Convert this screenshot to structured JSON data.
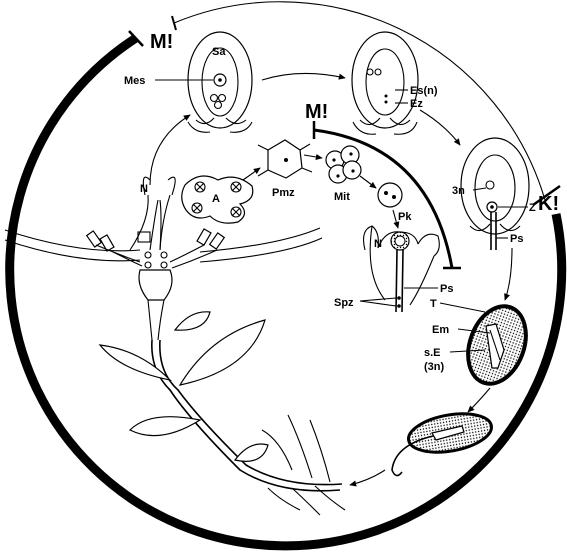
{
  "diagram": {
    "meiosis_mark_outer": "M!",
    "meiosis_mark_inner": "M!",
    "karyogamy_mark": "K!",
    "labels": {
      "embryo_sac": "Sa",
      "megaspore": "Mes",
      "egg_nucleus": "Es(n)",
      "egg_cell": "Ez",
      "triploid_nucleus": "3n",
      "zygote": "Z",
      "pollen_tube_right": "Ps",
      "nucellus": "N",
      "anther": "A",
      "pollen_mother_cell": "Pmz",
      "mitosis": "Mit",
      "pollen_grain": "Pk",
      "stigma_n": "N",
      "pollen_tube_center": "Ps",
      "sperm_cells": "Spz",
      "testa": "T",
      "embryo": "Em",
      "endosperm_line1": "s.E",
      "endosperm_line2": "(3n)"
    }
  }
}
